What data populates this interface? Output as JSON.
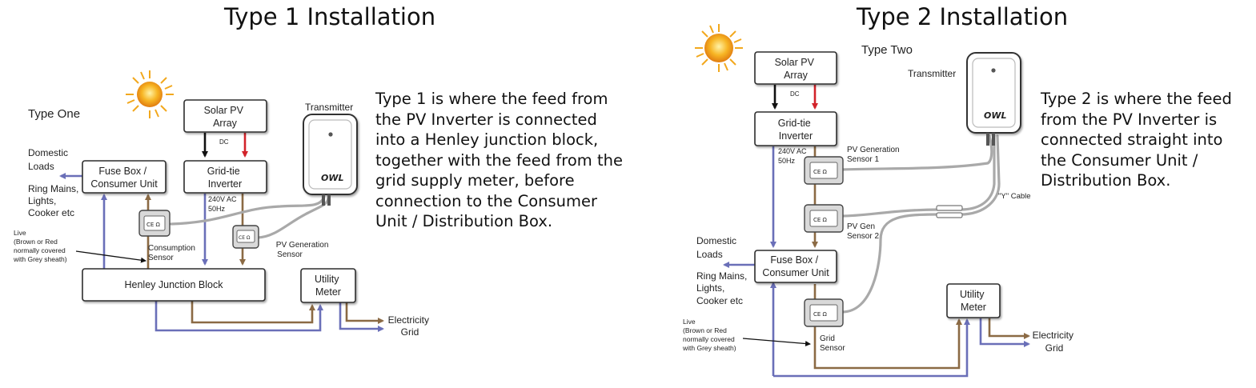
{
  "panels": [
    {
      "title": "Type 1 Installation",
      "heading": "Type One",
      "labels": {
        "solar_pv_array": [
          "Solar PV",
          "Array"
        ],
        "dc": "DC",
        "inverter": [
          "Grid-tie",
          "Inverter"
        ],
        "ac": [
          "240V AC",
          "50Hz"
        ],
        "fuse_box": [
          "Fuse Box /",
          "Consumer Unit"
        ],
        "domestic_loads": [
          "Domestic",
          "Loads"
        ],
        "ring_mains": [
          "Ring Mains,",
          "Lights,",
          "Cooker etc"
        ],
        "live": [
          "Live",
          "(Brown or Red",
          "normally covered",
          "with Grey sheath)"
        ],
        "consumption_sensor": [
          "Consumption",
          "Sensor"
        ],
        "pv_sensor": [
          "PV Generation",
          "Sensor"
        ],
        "junction_block": "Henley Junction Block",
        "meter": [
          "Utility",
          "Meter"
        ],
        "grid": [
          "Electricity",
          "Grid"
        ],
        "transmitter": "Transmitter",
        "owl_logo": "OWL"
      },
      "description": [
        "Type 1 is where the feed from",
        "the PV Inverter is connected",
        "into a Henley junction block,",
        "together with the feed from the",
        "grid supply meter, before",
        "connection to the Consumer",
        "Unit / Distribution Box."
      ]
    },
    {
      "title": "Type 2 Installation",
      "heading": "Type Two",
      "labels": {
        "solar_pv_array": [
          "Solar PV",
          "Array"
        ],
        "dc": "DC",
        "inverter": [
          "Grid-tie",
          "Inverter"
        ],
        "ac": [
          "240V AC",
          "50Hz"
        ],
        "pv_sensor1": [
          "PV Generation",
          "Sensor 1"
        ],
        "pv_sensor2": [
          "PV Gen",
          "Sensor 2"
        ],
        "y_cable": "\"Y\" Cable",
        "transmitter": "Transmitter",
        "owl_logo": "OWL",
        "domestic_loads": [
          "Domestic",
          "Loads"
        ],
        "fuse_box": [
          "Fuse Box /",
          "Consumer Unit"
        ],
        "ring_mains": [
          "Ring Mains,",
          "Lights,",
          "Cooker etc"
        ],
        "live": [
          "Live",
          "(Brown or Red",
          "normally covered",
          "with Grey sheath)"
        ],
        "grid_sensor": [
          "Grid",
          "Sensor"
        ],
        "meter": [
          "Utility",
          "Meter"
        ],
        "grid": [
          "Electricity",
          "Grid"
        ]
      },
      "description": [
        "Type 2 is where the feed",
        "from the PV Inverter is",
        "connected straight into",
        "the Consumer Unit /",
        "Distribution Box."
      ]
    }
  ],
  "colors": {
    "dc_negative": "#111111",
    "dc_positive": "#d2232a",
    "neutral_blue": "#6a6fb8",
    "live_brown": "#8b6a44",
    "sensor_cable": "#a9a9a9",
    "sun": "#f2a81d"
  }
}
